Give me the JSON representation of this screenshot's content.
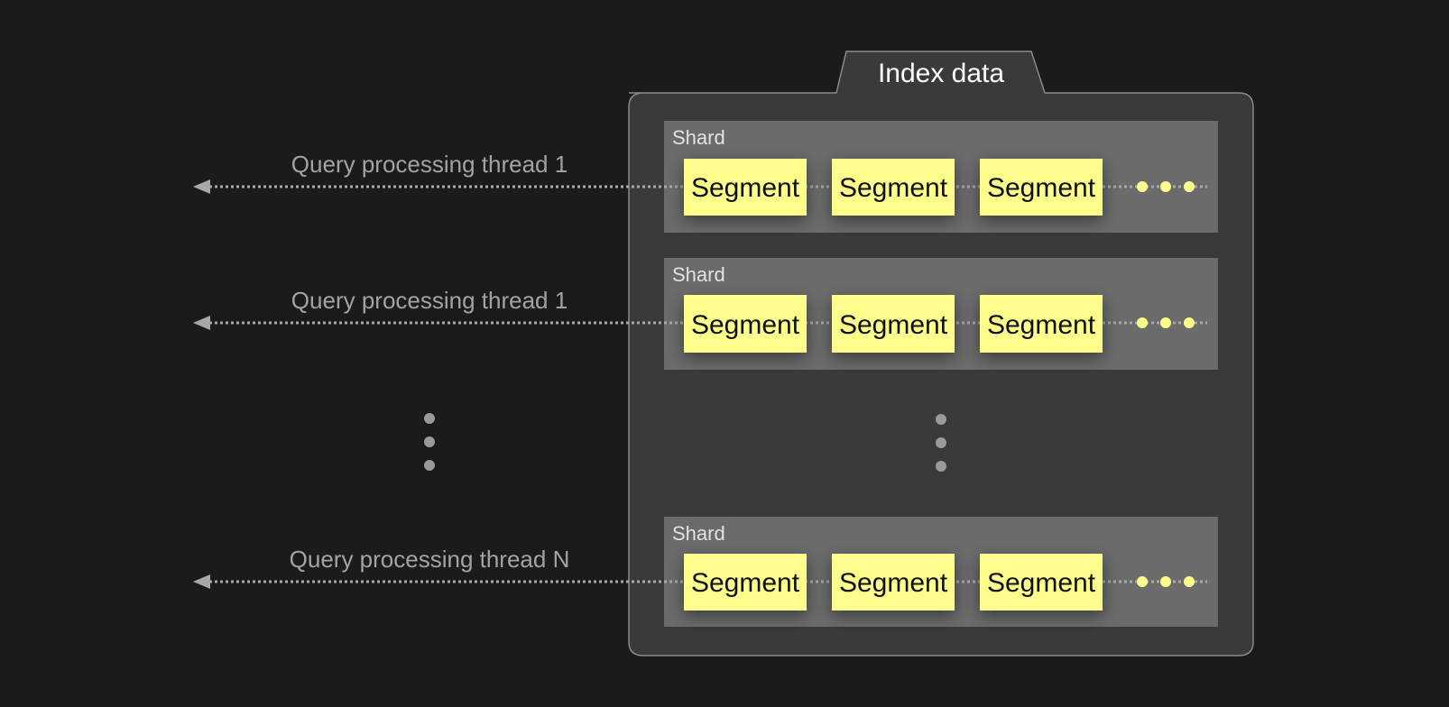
{
  "index": {
    "title": "Index data"
  },
  "threads": [
    {
      "label": "Query processing thread 1"
    },
    {
      "label": "Query processing thread 1"
    },
    {
      "label": "Query processing thread N"
    }
  ],
  "shards": [
    {
      "label": "Shard",
      "segments": [
        "Segment",
        "Segment",
        "Segment"
      ]
    },
    {
      "label": "Shard",
      "segments": [
        "Segment",
        "Segment",
        "Segment"
      ]
    },
    {
      "label": "Shard",
      "segments": [
        "Segment",
        "Segment",
        "Segment"
      ]
    }
  ],
  "colors": {
    "background": "#1b1b1b",
    "container": "#3a3a3a",
    "container_border": "#8a8a8a",
    "shard": "#6b6b6b",
    "segment": "#fdfd8c",
    "dotted_line": "#a8a8a8",
    "vertical_dots": "#9a9a9a"
  }
}
